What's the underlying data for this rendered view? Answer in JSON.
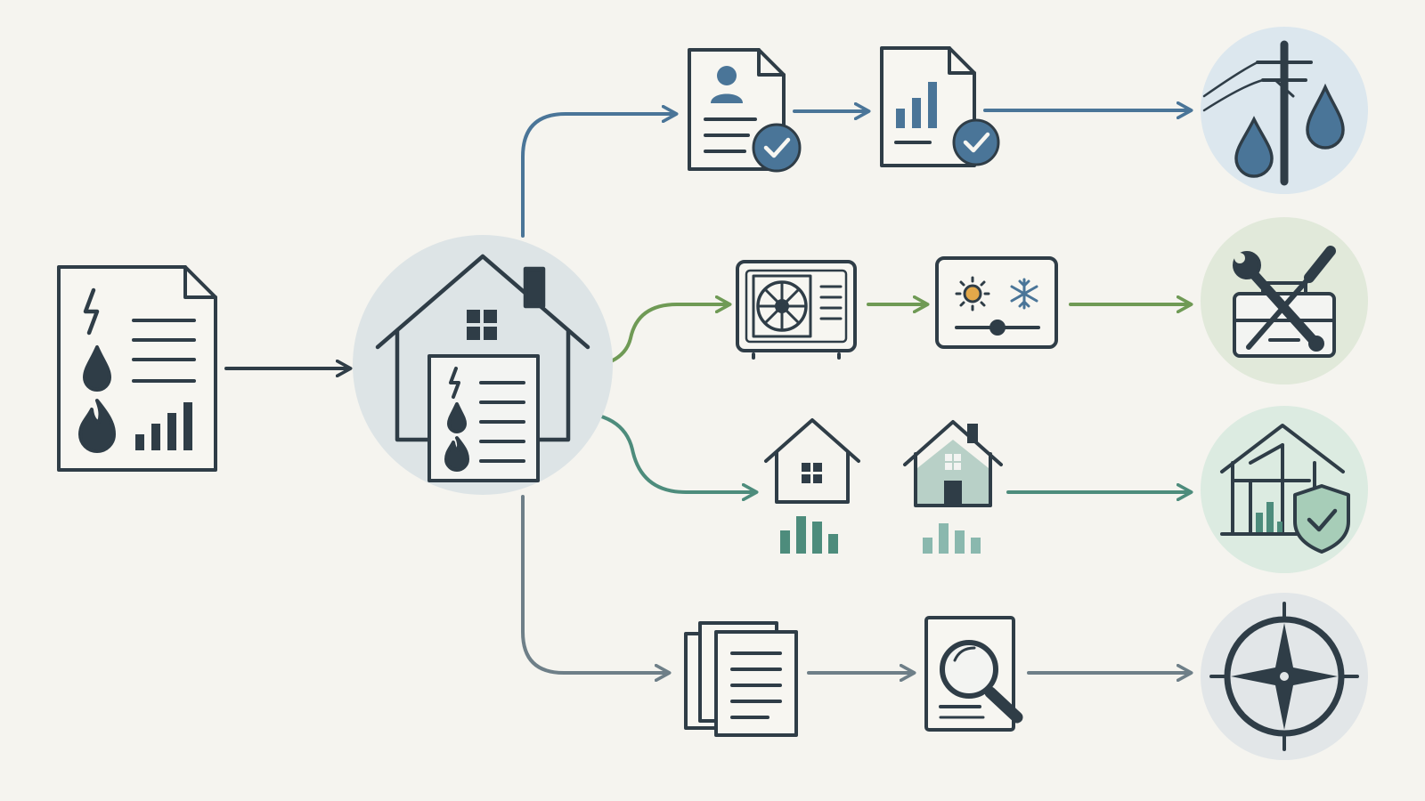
{
  "colors": {
    "background": "#f5f4ef",
    "ink": "#2f3d47",
    "blue": "#4a7598",
    "green": "#6f9a55",
    "teal": "#4d8c7c",
    "slate": "#6e7f88",
    "hub_circle": "#dde4e6",
    "blue_circle": "#dce7ee",
    "green_circle": "#e1e9da",
    "teal_circle": "#dcebe1",
    "slate_circle": "#e2e6e8"
  },
  "diagram": {
    "source": {
      "icon": "utility-bill-document-icon"
    },
    "hub": {
      "icon": "home-with-utility-records-icon"
    },
    "branches": [
      {
        "id": "utilities",
        "color_key": "blue",
        "icons": [
          "contact-record-verified-icon",
          "usage-report-verified-icon",
          "power-and-water-utilities-icon"
        ]
      },
      {
        "id": "hvac",
        "color_key": "green",
        "icons": [
          "hvac-unit-icon",
          "thermostat-heat-cool-icon",
          "repair-tools-toolbox-icon"
        ]
      },
      {
        "id": "property",
        "color_key": "teal",
        "icons": [
          "house-usage-icon",
          "house-usage-comparison-icon",
          "protected-home-structure-icon"
        ]
      },
      {
        "id": "records",
        "color_key": "slate",
        "icons": [
          "document-stack-icon",
          "document-search-icon",
          "compass-guidance-icon"
        ]
      }
    ]
  }
}
